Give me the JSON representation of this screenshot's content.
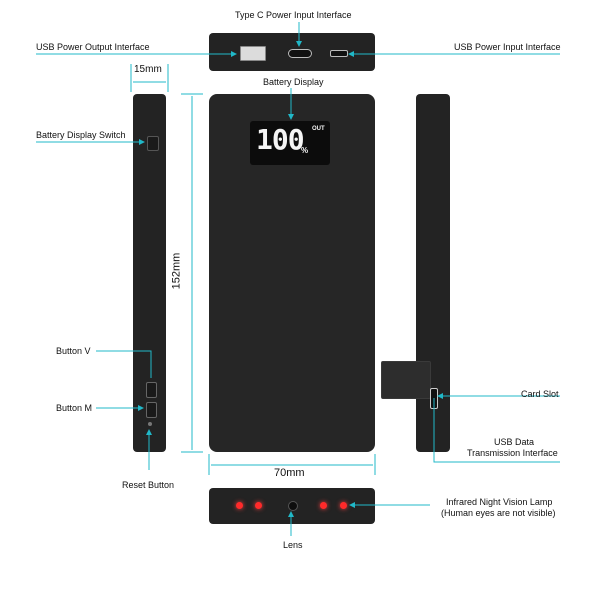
{
  "labels": {
    "type_c_input": "Type C Power Input Interface",
    "usb_output": "USB Power Output Interface",
    "usb_input": "USB Power Input Interface",
    "battery_display": "Battery Display",
    "battery_display_switch": "Battery Display Switch",
    "button_v": "Button V",
    "button_m": "Button M",
    "reset_button": "Reset Button",
    "card_slot": "Card Slot",
    "usb_data_line1": "USB Data",
    "usb_data_line2": "Transmission Interface",
    "infrared_line1": "Infrared Night Vision Lamp",
    "infrared_line2": "(Human eyes are not visible)",
    "lens": "Lens"
  },
  "dimensions": {
    "thickness": "15mm",
    "height": "152mm",
    "width": "70mm"
  },
  "display": {
    "value": "100",
    "percent": "%",
    "out": "OUT"
  },
  "colors": {
    "accent": "#20b8c8",
    "device": "#232323",
    "led": "#ff2a2a"
  }
}
